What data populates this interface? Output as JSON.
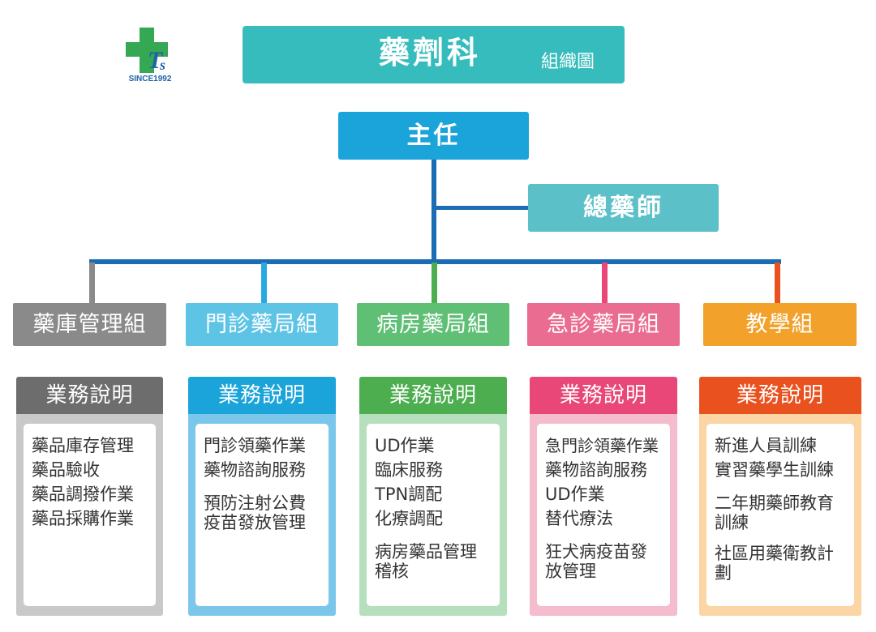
{
  "logo": {
    "icon": "green-cross-ts-logo",
    "text": "SINCE1992",
    "green": "#34a853",
    "blue": "#1f63a8"
  },
  "title": {
    "main": "藥劑科",
    "sub": "組織圖",
    "color": "#36bcbc"
  },
  "director": {
    "label": "主任",
    "color": "#1aa4da"
  },
  "chief_pharmacist": {
    "label": "總藥師",
    "color": "#5bc0c8"
  },
  "groups": [
    {
      "label": "藥庫管理組",
      "color": "#8a8a8a",
      "header": "業務說明",
      "header_color": "#6d6d6d",
      "panel_color": "#c9c9c9",
      "items": [
        "藥品庫存管理",
        "藥品驗收",
        "藥品調撥作業",
        "藥品採購作業"
      ]
    },
    {
      "label": "門診藥局組",
      "color": "#5ec4e6",
      "header": "業務說明",
      "header_color": "#1aa4da",
      "panel_color": "#7bc7ec",
      "items": [
        "門診領藥作業",
        "藥物諮詢服務",
        "",
        "預防注射公費疫苗發放管理"
      ]
    },
    {
      "label": "病房藥局組",
      "color": "#5fbf75",
      "header": "業務說明",
      "header_color": "#4cae4f",
      "panel_color": "#b6e0bd",
      "items": [
        "UD作業",
        "臨床服務",
        "TPN調配",
        "化療調配",
        "",
        "病房藥品管理稽核"
      ]
    },
    {
      "label": "急診藥局組",
      "color": "#ea6c90",
      "header": "業務說明",
      "header_color": "#e84777",
      "panel_color": "#f5bccd",
      "items": [
        "急門診領藥作業",
        "藥物諮詢服務",
        "UD作業",
        "替代療法",
        "",
        "狂犬病疫苗發放管理"
      ]
    },
    {
      "label": "教學組",
      "color": "#f2a12a",
      "header": "業務說明",
      "header_color": "#e9511f",
      "panel_color": "#fbd5a3",
      "items": [
        "新進人員訓練",
        "實習藥學生訓練",
        "",
        "二年期藥師教育訓練",
        "",
        "社區用藥衛教計劃"
      ]
    }
  ],
  "connector_colors": {
    "main": "#1c6cb5",
    "gray": "#8a8a8a",
    "blue": "#29a9e0",
    "green": "#4cae4f",
    "pink": "#e84777",
    "orange": "#e9511f"
  }
}
